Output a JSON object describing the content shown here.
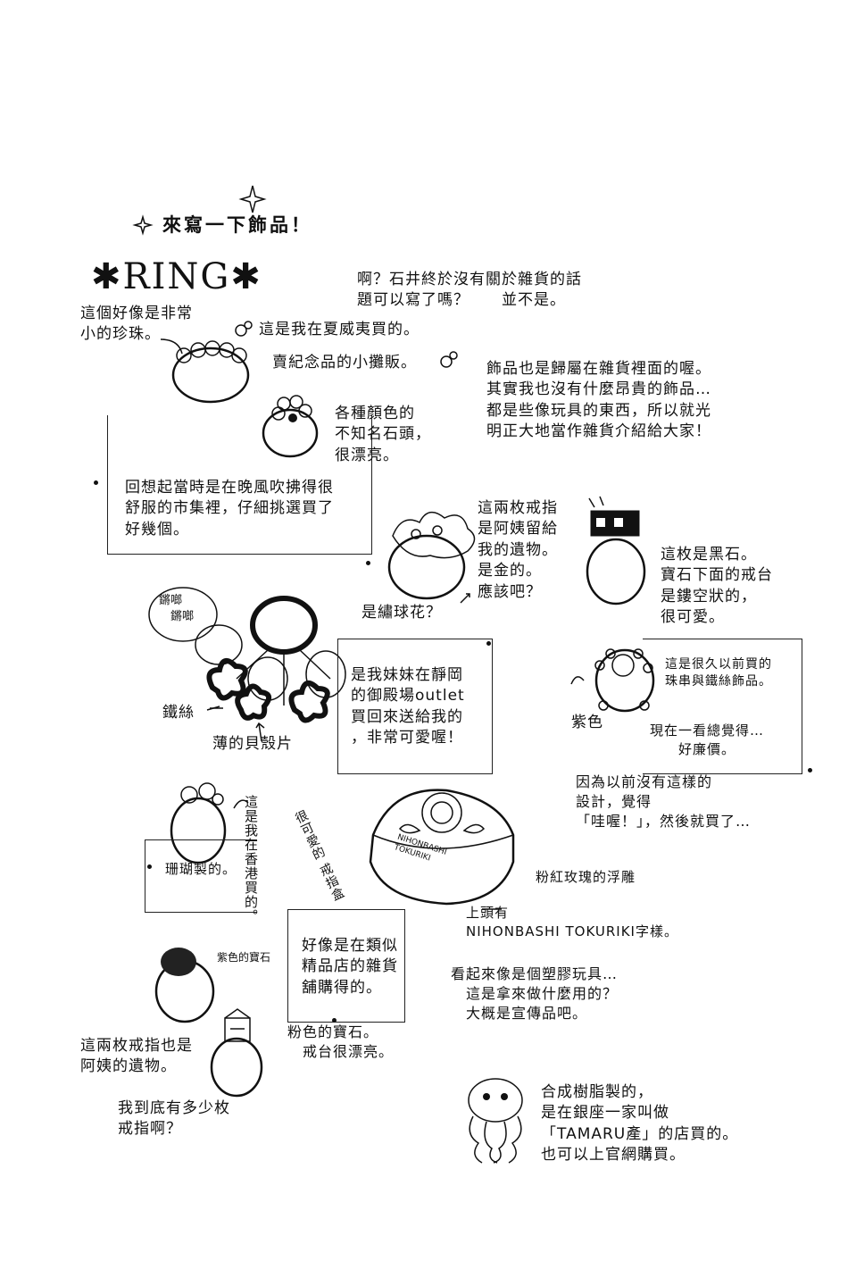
{
  "title": "來寫一下飾品！",
  "logo_text": "RING",
  "intro": "啊？石井終於沒有關於雜貨的話\n題可以寫了嗎？　　並不是。",
  "intro2": "飾品也是歸屬在雜貨裡面的喔。\n其實我也沒有什麼昂貴的飾品…\n都是些像玩具的東西，所以就光\n明正大地當作雜貨介紹給大家！",
  "pearl_note": "這個好像是非常\n小的珍珠。",
  "hawaii_1": "這是我在夏威夷買的。",
  "hawaii_2": "賣紀念品的小攤販。",
  "stones": "各種顏色的\n不知名石頭，\n很漂亮。",
  "market": "回想起當時是在晚風吹拂得很\n舒服的市集裡，仔細挑選買了\n好幾個。",
  "aunt_rings": "這兩枚戒指\n是阿姨留給\n我的遺物。\n是金的。\n應該吧？",
  "hydrangea": "是繡球花？",
  "black_stone": "這枚是黑石。\n寶石下面的戒台\n是鏤空狀的，\n很可愛。",
  "sound": "鏘啷\n　鏘啷",
  "wire": "鐵絲",
  "shell": "薄的貝殼片",
  "sister": "是我妹妹在靜岡\n的御殿場outlet\n買回來送給我的\n，非常可愛喔！",
  "beads": "這是很久以前買的\n珠串與鐵絲飾品。",
  "purple": "紫色",
  "cheap": "現在一看總覺得…\n　　好廉價。",
  "because": "因為以前沒有這樣的\n設計，覺得\n「哇喔！」，然後就買了…",
  "hongkong": "這是我在香港買的。",
  "coral": "珊瑚製的。",
  "box_label": "很可愛的\n戒指盒",
  "box_brand": "NIHONBASHI\nTOKURIKI",
  "rose": "粉紅玫瑰的浮雕",
  "engraved": "上頭有\nNIHONBASHI TOKURIKI字樣。",
  "boutique": "好像是在類似\n精品店的雜貨\n舖購得的。",
  "plastic": "看起來像是個塑膠玩具…\n　這是拿來做什麼用的？\n　大概是宣傳品吧。",
  "purple_gem": "紫色的寶石",
  "pink_gem": "粉色的寶石。\n　戒台很漂亮。",
  "aunt2": "這兩枚戒指也是\n阿姨的遺物。",
  "how_many": "我到底有多少枚\n戒指啊？",
  "resin": "合成樹脂製的，\n是在銀座一家叫做\n「TAMARU產」的店買的。\n也可以上官網購買。"
}
